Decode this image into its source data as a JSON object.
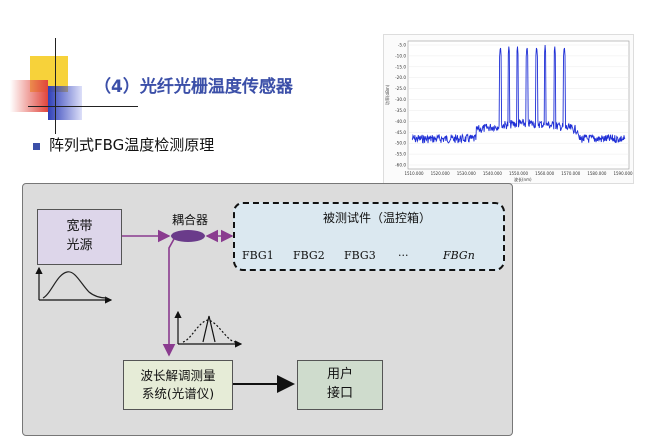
{
  "title": "（4）光纤光栅温度传感器",
  "subtitle": "阵列式FBG温度检测原理",
  "colors": {
    "title": "#3b4fa8",
    "spectrum_line": "#1f2fd6",
    "arrow_purple": "#8a3b8f",
    "grating_red": "#c0392b",
    "coupler": "#6a3b8a"
  },
  "spectrum": {
    "y_ticks": [
      "-5.0",
      "-10.0",
      "-15.0",
      "-20.0",
      "-25.0",
      "-30.0",
      "-35.0",
      "-40.0",
      "-45.0",
      "-50.0",
      "-55.0",
      "-60.0"
    ],
    "x_ticks": [
      "1510.000",
      "1520.000",
      "1530.000",
      "1540.000",
      "1550.000",
      "1560.000",
      "1570.000",
      "1580.000",
      "1590.000"
    ]
  },
  "diagram": {
    "source_line1": "宽带",
    "source_line2": "光源",
    "coupler_label": "耦合器",
    "dut_label": "被测试件（温控箱）",
    "fbg_labels": [
      "FBG1",
      "FBG2",
      "FBG3",
      "···",
      "FBGn"
    ],
    "spectro_line1": "波长解调测量",
    "spectro_line2": "系统(光谱仪)",
    "user_line1": "用户",
    "user_line2": "接口"
  }
}
